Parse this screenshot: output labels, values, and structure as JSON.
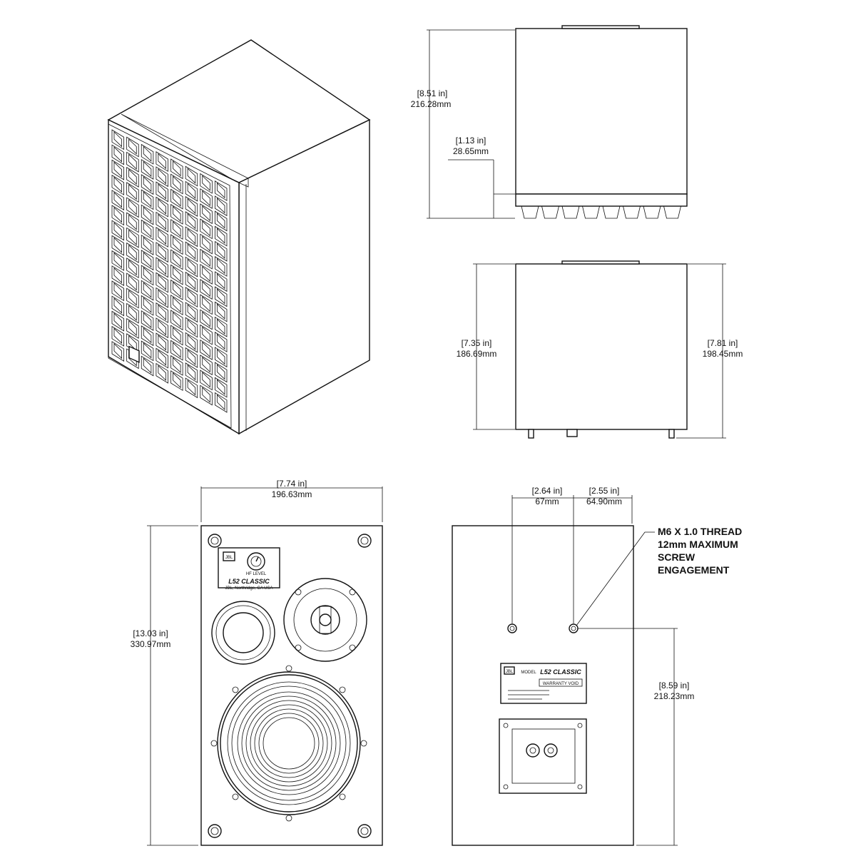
{
  "dimensions": {
    "side_height_in": "[8.51 in]",
    "side_height_mm": "216.28mm",
    "base_height_in": "[1.13 in]",
    "base_height_mm": "28.65mm",
    "top_depth_left_in": "[7.35 in]",
    "top_depth_left_mm": "186.69mm",
    "top_depth_right_in": "[7.81 in]",
    "top_depth_right_mm": "198.45mm",
    "front_width_in": "[7.74 in]",
    "front_width_mm": "196.63mm",
    "front_height_in": "[13.03 in]",
    "front_height_mm": "330.97mm",
    "insert_left_in": "[2.64 in]",
    "insert_left_mm": "67mm",
    "insert_right_in": "[2.55 in]",
    "insert_right_mm": "64.90mm",
    "insert_height_in": "[8.59 in]",
    "insert_height_mm": "218.23mm"
  },
  "thread_note": {
    "line1": "M6 X 1.0 THREAD",
    "line2": "12mm MAXIMUM",
    "line3": "SCREW",
    "line4": "ENGAGEMENT"
  },
  "front_panel": {
    "badge": "JBL",
    "hf_level": "HF LEVEL",
    "model": "L52 CLASSIC",
    "address": "JBL, Northridge, CA USA"
  },
  "rear_label": {
    "badge": "JBL",
    "model_prefix": "MODEL",
    "model": "L52 CLASSIC",
    "warranty": "WARRANTY VOID"
  }
}
